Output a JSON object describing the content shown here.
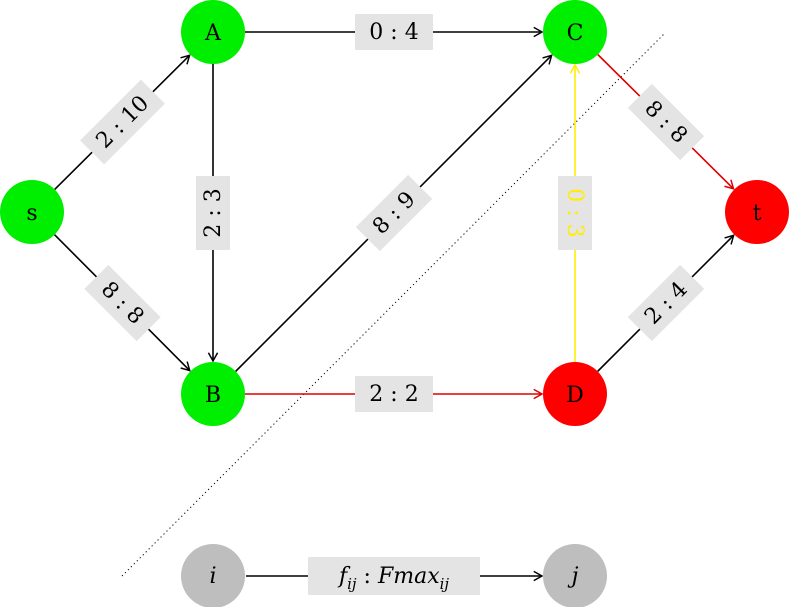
{
  "colors": {
    "source_side": "#00ee00",
    "sink_side": "#ff0000",
    "legend_node": "#bebebe",
    "label_box": "#e4e4e4",
    "edge_default": "#000000",
    "edge_cut": "#dd0000",
    "edge_back": "#ffee00",
    "cut_line": "#000000"
  },
  "nodes": {
    "s": {
      "label": "s",
      "side": "source"
    },
    "A": {
      "label": "A",
      "side": "source"
    },
    "B": {
      "label": "B",
      "side": "source"
    },
    "C": {
      "label": "C",
      "side": "source"
    },
    "D": {
      "label": "D",
      "side": "sink"
    },
    "t": {
      "label": "t",
      "side": "sink"
    }
  },
  "edges": [
    {
      "id": "s-A",
      "from": "s",
      "to": "A",
      "label": "2 : 10",
      "style": "default"
    },
    {
      "id": "s-B",
      "from": "s",
      "to": "B",
      "label": "8 : 8",
      "style": "default"
    },
    {
      "id": "A-C",
      "from": "A",
      "to": "C",
      "label": "0 : 4",
      "style": "default"
    },
    {
      "id": "A-B",
      "from": "A",
      "to": "B",
      "label": "2 : 3",
      "style": "default"
    },
    {
      "id": "B-C",
      "from": "B",
      "to": "C",
      "label": "8 : 9",
      "style": "default"
    },
    {
      "id": "B-D",
      "from": "B",
      "to": "D",
      "label": "2 : 2",
      "style": "cut"
    },
    {
      "id": "D-C",
      "from": "D",
      "to": "C",
      "label": "0 : 3",
      "style": "back"
    },
    {
      "id": "C-t",
      "from": "C",
      "to": "t",
      "label": "8 : 8",
      "style": "cut"
    },
    {
      "id": "D-t",
      "from": "D",
      "to": "t",
      "label": "2 : 4",
      "style": "default"
    }
  ],
  "legend": {
    "from_label": "i",
    "to_label": "j",
    "edge_label_f": "f",
    "edge_label_f_sub": "ij",
    "edge_label_sep": " : ",
    "edge_label_F": "Fmax",
    "edge_label_F_sub": "ij"
  }
}
